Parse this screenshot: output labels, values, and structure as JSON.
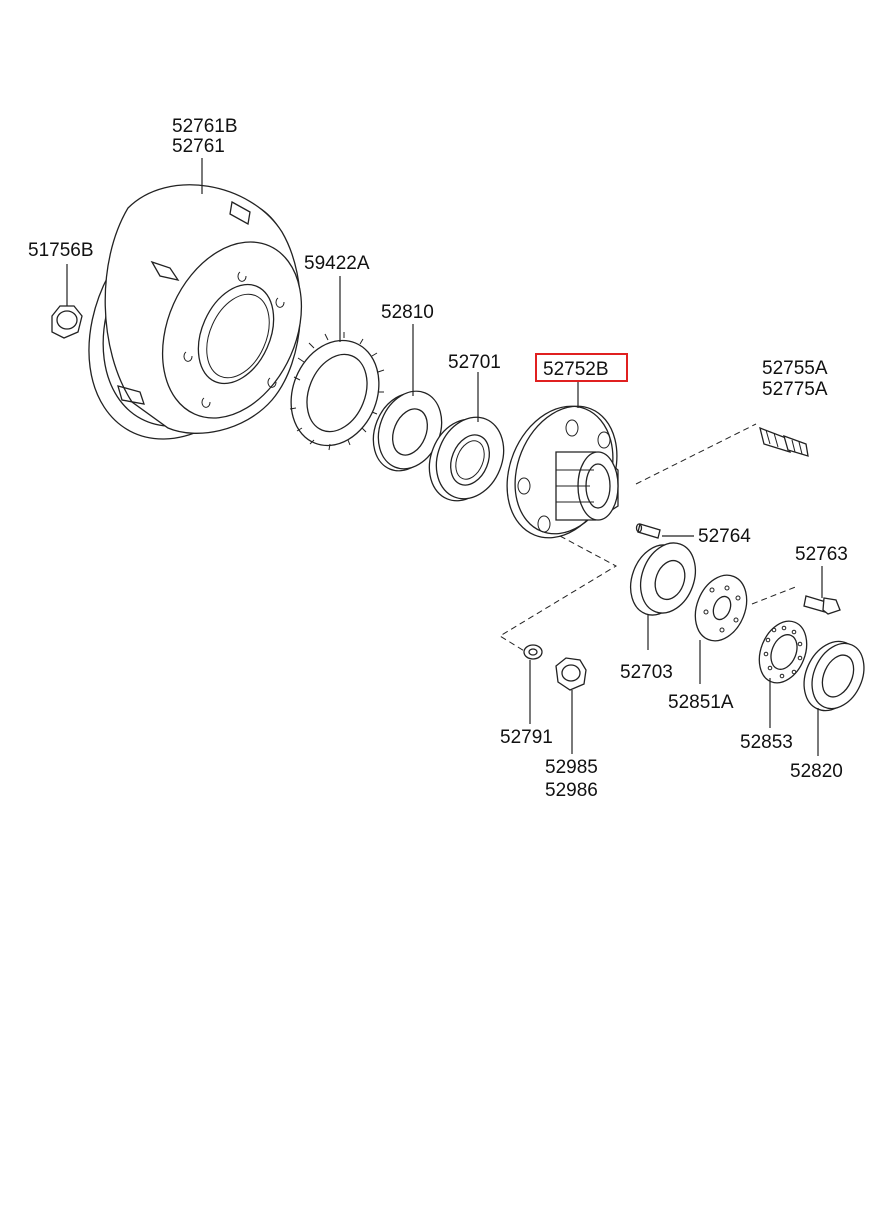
{
  "diagram": {
    "highlight_color": "#e02020",
    "line_color": "#222222",
    "highlighted_part": "52752B",
    "parts": {
      "brake_drum": [
        "52761B",
        "52761"
      ],
      "drum_nut": "51756B",
      "tone_wheel": "59422A",
      "oil_seal": "52810",
      "inner_bearing": "52701",
      "hub": "52752B",
      "hub_bolt": [
        "52755A",
        "52775A"
      ],
      "pin": "52764",
      "outer_bearing": "52703",
      "bolt": "52763",
      "washer_plate": "52851A",
      "lock_washer": "52853",
      "outer_seal": "52820",
      "washer": "52791",
      "nut": [
        "52985",
        "52986"
      ]
    }
  }
}
